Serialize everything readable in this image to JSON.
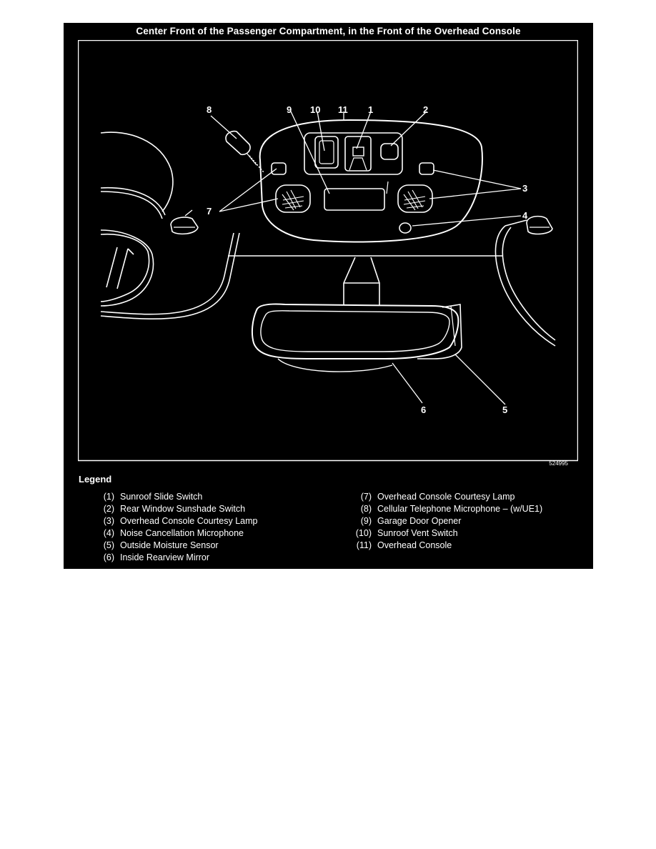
{
  "title": "Center Front of the Passenger Compartment, in the Front of the Overhead Console",
  "figure_id": "524995",
  "callouts": [
    "8",
    "9",
    "10",
    "11",
    "1",
    "2",
    "3",
    "4",
    "7",
    "6",
    "5"
  ],
  "legend": {
    "heading": "Legend",
    "left": [
      {
        "num": "(1)",
        "label": "Sunroof Slide Switch"
      },
      {
        "num": "(2)",
        "label": "Rear Window Sunshade Switch"
      },
      {
        "num": "(3)",
        "label": "Overhead Console Courtesy Lamp"
      },
      {
        "num": "(4)",
        "label": "Noise Cancellation Microphone"
      },
      {
        "num": "(5)",
        "label": "Outside Moisture Sensor"
      },
      {
        "num": "(6)",
        "label": "Inside Rearview Mirror"
      }
    ],
    "right": [
      {
        "num": "(7)",
        "label": "Overhead Console Courtesy Lamp"
      },
      {
        "num": "(8)",
        "label": "Cellular Telephone Microphone – (w/UE1)"
      },
      {
        "num": "(9)",
        "label": "Garage Door Opener"
      },
      {
        "num": "(10)",
        "label": "Sunroof Vent Switch"
      },
      {
        "num": "(11)",
        "label": "Overhead Console"
      }
    ]
  }
}
